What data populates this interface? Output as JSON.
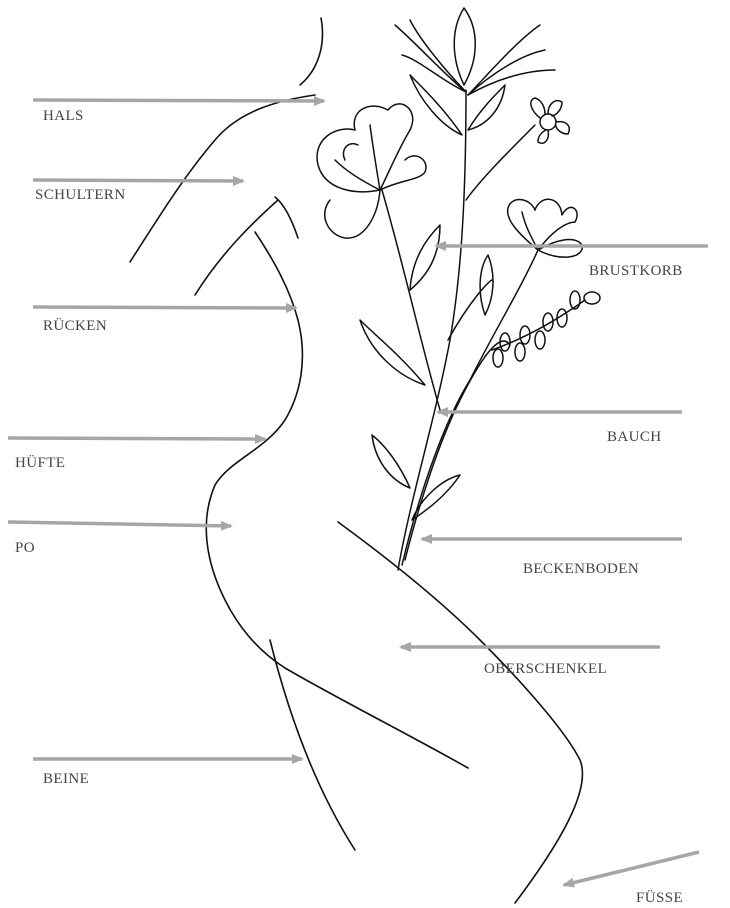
{
  "labels": {
    "hals": "HALS",
    "schultern": "SCHULTERN",
    "ruecken": "RÜCKEN",
    "huefte": "HÜFTE",
    "po": "PO",
    "beine": "BEINE",
    "brustkorb": "BRUSTKORB",
    "bauch": "BAUCH",
    "beckenboden": "BECKENBODEN",
    "oberschenkel": "OBERSCHENKEL",
    "fuesse": "FÜSSE"
  },
  "colors": {
    "arrow": "#a6a6a6",
    "line_art": "#111111",
    "label_text": "#444444",
    "background": "#ffffff"
  },
  "icons": {
    "figure": "female-body-outline-icon",
    "flowers": "floral-branch-icon"
  }
}
